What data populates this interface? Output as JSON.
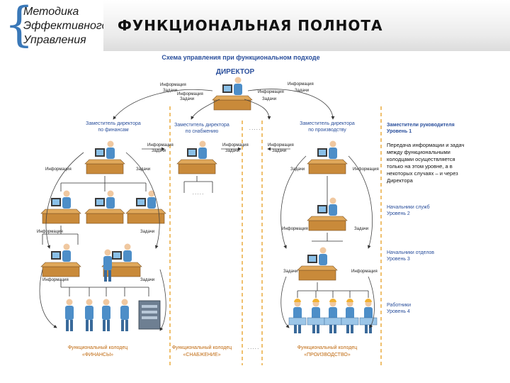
{
  "logo": {
    "line1": "Методика",
    "line2": "Эффективного",
    "line3": "Управления"
  },
  "title": "ФУНКЦИОНАЛЬНАЯ ПОЛНОТА",
  "diagram": {
    "scheme_title": "Схема управления при функциональном подходе",
    "director": "ДИРЕКТОР",
    "flow_info": "Информация",
    "flow_task": "Задачи",
    "dots": ". . . . .",
    "deputy_finance": [
      "Заместитель директора",
      "по финансам"
    ],
    "deputy_supply": [
      "Заместитель директора",
      "по снабжению"
    ],
    "deputy_production": [
      "Заместитель директора",
      "по производству"
    ],
    "level1": [
      "Заместители руководителя",
      "Уровень 1"
    ],
    "note": [
      "Передача информации и задач",
      "между функциональными",
      "колодцами осуществляется",
      "только на этом уровне, а в",
      "некоторых случаях – и через",
      "Директора"
    ],
    "level2": [
      "Начальники служб",
      "Уровень 2"
    ],
    "level3": [
      "Начальники отделов",
      "Уровень 3"
    ],
    "level4": [
      "Работники",
      "Уровень 4"
    ],
    "well_finance": [
      "Функциональный колодец",
      "«ФИНАНСЫ»"
    ],
    "well_supply": [
      "Функциональный колодец",
      "«СНАБЖЕНИЕ»"
    ],
    "well_production": [
      "Функциональный колодец",
      "«ПРОИЗВОДСТВО»"
    ]
  },
  "colors": {
    "accent": "#3a78b8",
    "label_blue": "#2a4f9c",
    "well_orange": "#e8a531",
    "person": "#4d8ec8",
    "desk": "#c98a3a"
  }
}
